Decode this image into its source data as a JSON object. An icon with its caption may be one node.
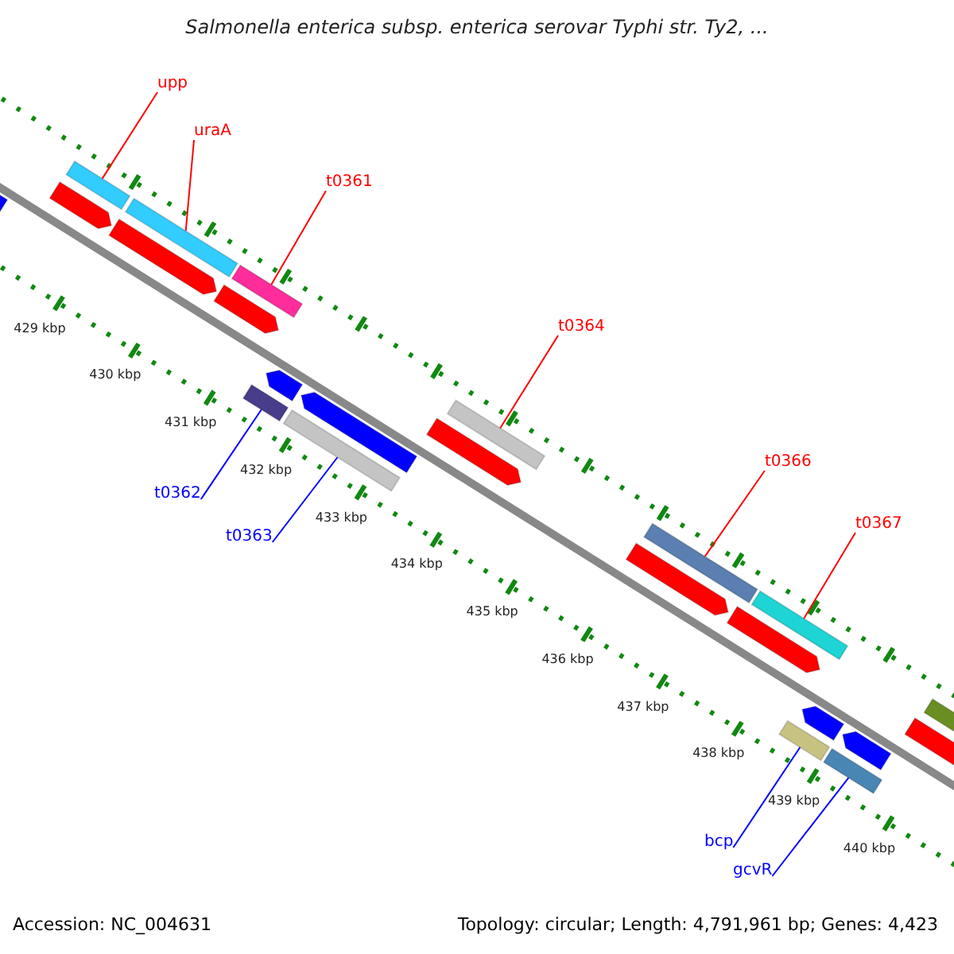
{
  "diagram": {
    "title": "Salmonella enterica subsp. enterica serovar Typhi str. Ty2, ...",
    "nodes": [
      {
        "text": [
          "upp"
        ]
      },
      {
        "text": [],
        "shape": "bar"
      },
      {
        "text": [
          "uraA"
        ]
      },
      {
        "text": [],
        "shape": "bar"
      },
      {
        "text": [
          "t0361"
        ]
      },
      {
        "text": [],
        "shape": "bar"
      },
      {
        "text": [
          "t0364"
        ]
      },
      {
        "text": [],
        "shape": "bar"
      },
      {
        "text": [
          "t0366"
        ]
      },
      {
        "text": [],
        "shape": "bar"
      },
      {
        "text": [
          "t0367"
        ]
      },
      {
        "text": [],
        "shape": "bar"
      },
      {
        "text": [
          "t0362"
        ]
      },
      {
        "text": [],
        "shape": "bar"
      },
      {
        "text": [
          "t0363"
        ]
      },
      {
        "text": [],
        "shape": "bar"
      },
      {
        "text": [
          "bcp"
        ]
      },
      {
        "text": [],
        "shape": "bar"
      },
      {
        "text": [
          "gcvR"
        ]
      },
      {
        "text": [],
        "shape": "bar"
      },
      {
        "text": [],
        "shape": "bar"
      },
      {
        "text": [],
        "shape": "bar"
      },
      {
        "text": [],
        "shape": "bar"
      },
      {
        "text": [],
        "shape": "bar"
      },
      {
        "text": [],
        "shape": "bar"
      },
      {
        "text": [],
        "shape": "bar"
      },
      {
        "text": [],
        "shape": "bar"
      },
      {
        "text": [],
        "shape": "bar"
      },
      {
        "text": [],
        "shape": "bar"
      },
      {
        "text": [],
        "shape": "bar"
      },
      {
        "text": [],
        "shape": "bar"
      },
      {
        "text": [],
        "shape": "bar"
      },
      {
        "text": [],
        "shape": "bar"
      }
    ],
    "edges": [
      {
        "from": 0,
        "to": 1,
        "arrow": "none"
      },
      {
        "from": 2,
        "to": 3,
        "arrow": "none"
      },
      {
        "from": 4,
        "to": 5,
        "arrow": "none"
      },
      {
        "from": 6,
        "to": 7,
        "arrow": "none"
      },
      {
        "from": 8,
        "to": 9,
        "arrow": "none"
      },
      {
        "from": 10,
        "to": 11,
        "arrow": "none"
      },
      {
        "from": 12,
        "to": 13,
        "arrow": "none",
        "color": "#0000ff"
      },
      {
        "from": 14,
        "to": 15,
        "arrow": "none",
        "color": "#0000ff"
      },
      {
        "from": 16,
        "to": 17,
        "arrow": "none",
        "color": "#0000ff"
      },
      {
        "from": 18,
        "to": 19,
        "arrow": "none",
        "color": "#0000ff"
      }
    ],
    "labels": [
      "429 kbp",
      "430 kbp",
      "431 kbp",
      "432 kbp",
      "433 kbp",
      "434 kbp",
      "435 kbp",
      "436 kbp",
      "437 kbp",
      "438 kbp",
      "439 kbp",
      "440 kbp",
      "Accession: NC_004631",
      "Topology: circular; Length: 4,791,961 bp; Genes: 4,423"
    ]
  }
}
